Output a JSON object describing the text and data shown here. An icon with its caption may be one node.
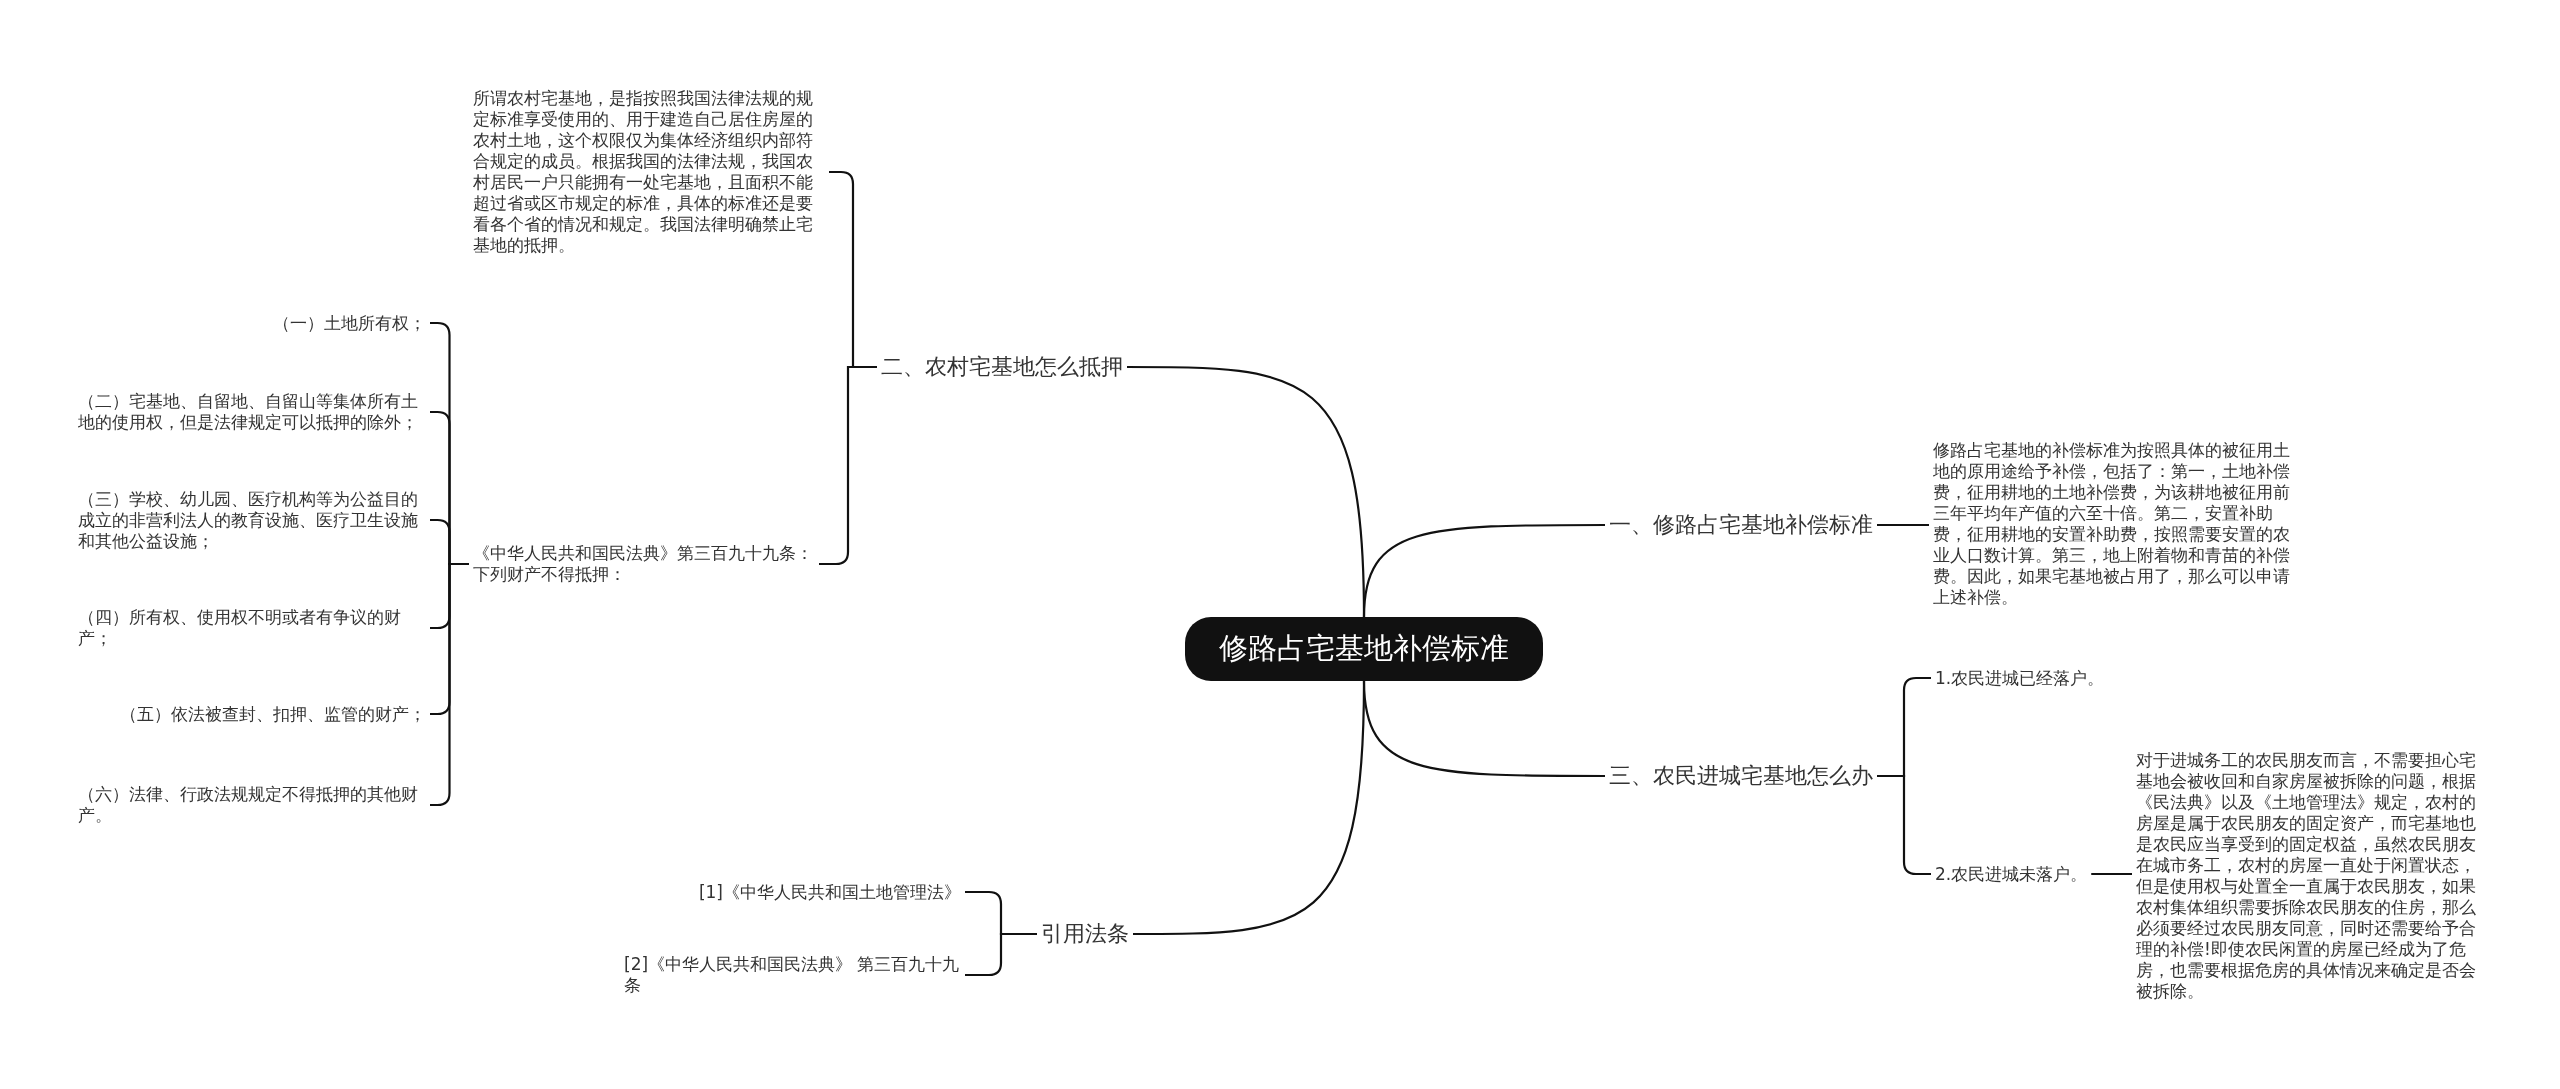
{
  "diagram": {
    "nodes": [
      {
        "text": [
          "修路占宅基地补偿标准"
        ]
      },
      {
        "text": [
          "一、修路占宅基地补偿标准"
        ]
      },
      {
        "text": [
          "修路占宅基地的补偿标准为按照具体的被征用土地的原用途给予补偿，包括了：第一，土地补偿费，征用耕地的土地补偿费，为该耕地被征用前三年平均年产值的六至十倍。第二，安置补助费，征用耕地的安置补助费，按照需要安置的农业人口数计算。第三，地上附着物和青苗的补偿费。因此，如果宅基地被占用了，那么可以申请上述补偿。"
        ]
      },
      {
        "text": [
          "二、农村宅基地怎么抵押"
        ]
      },
      {
        "text": [
          "所谓农村宅基地，是指按照我国法律法规的规定标准享受使用的、用于建造自己居住房屋的农村土地，这个权限仅为集体经济组织内部符合规定的成员。根据我国的法律法规，我国农村居民一户只能拥有一处宅基地，且面积不能超过省或区市规定的标准，具体的标准还是要看各个省的情况和规定。我国法律明确禁止宅基地的抵押。"
        ]
      },
      {
        "text": [
          "《中华人民共和国民法典》第三百九十九条：下列财产不得抵押："
        ]
      },
      {
        "text": [
          "（一）土地所有权；"
        ]
      },
      {
        "text": [
          "（二）宅基地、自留地、自留山等集体所有土地的使用权，但是法律规定可以抵押的除外；"
        ]
      },
      {
        "text": [
          "（三）学校、幼儿园、医疗机构等为公益目的成立的非营利法人的教育设施、医疗卫生设施和其他公益设施；"
        ]
      },
      {
        "text": [
          "（四）所有权、使用权不明或者有争议的财产；"
        ]
      },
      {
        "text": [
          "（五）依法被查封、扣押、监管的财产；"
        ]
      },
      {
        "text": [
          "（六）法律、行政法规规定不得抵押的其他财产。"
        ]
      },
      {
        "text": [
          "三、农民进城宅基地怎么办"
        ]
      },
      {
        "text": [
          "1.农民进城已经落户。"
        ]
      },
      {
        "text": [
          "2.农民进城未落户。"
        ]
      },
      {
        "text": [
          "对于进城务工的农民朋友而言，不需要担心宅基地会被收回和自家房屋被拆除的问题，根据《民法典》以及《土地管理法》规定，农村的房屋是属于农民朋友的固定资产，而宅基地也是农民应当享受到的固定权益，虽然农民朋友在城市务工，农村的房屋一直处于闲置状态，但是使用权与处置全一直属于农民朋友，如果农村集体组织需要拆除农民朋友的住房，那么必须要经过农民朋友同意，同时还需要给予合理的补偿!即使农民闲置的房屋已经成为了危房，也需要根据危房的具体情况来确定是否会被拆除。"
        ]
      },
      {
        "text": [
          "引用法条"
        ]
      },
      {
        "text": [
          "[1]《中华人民共和国土地管理法》"
        ]
      },
      {
        "text": [
          "[2]《中华人民共和国民法典》 第三百九十九条"
        ]
      }
    ],
    "edges": [
      {
        "from": 0,
        "to": 1,
        "arrow": "none"
      },
      {
        "from": 1,
        "to": 2,
        "arrow": "none"
      },
      {
        "from": 0,
        "to": 3,
        "arrow": "none"
      },
      {
        "from": 3,
        "to": 4,
        "arrow": "none"
      },
      {
        "from": 3,
        "to": 5,
        "arrow": "none"
      },
      {
        "from": 5,
        "to": 6,
        "arrow": "none"
      },
      {
        "from": 5,
        "to": 7,
        "arrow": "none"
      },
      {
        "from": 5,
        "to": 8,
        "arrow": "none"
      },
      {
        "from": 5,
        "to": 9,
        "arrow": "none"
      },
      {
        "from": 5,
        "to": 10,
        "arrow": "none"
      },
      {
        "from": 5,
        "to": 11,
        "arrow": "none"
      },
      {
        "from": 0,
        "to": 12,
        "arrow": "none"
      },
      {
        "from": 12,
        "to": 13,
        "arrow": "none"
      },
      {
        "from": 12,
        "to": 14,
        "arrow": "none"
      },
      {
        "from": 14,
        "to": 15,
        "arrow": "none"
      },
      {
        "from": 0,
        "to": 16,
        "arrow": "none"
      },
      {
        "from": 16,
        "to": 17,
        "arrow": "none"
      },
      {
        "from": 16,
        "to": 18,
        "arrow": "none"
      }
    ]
  }
}
